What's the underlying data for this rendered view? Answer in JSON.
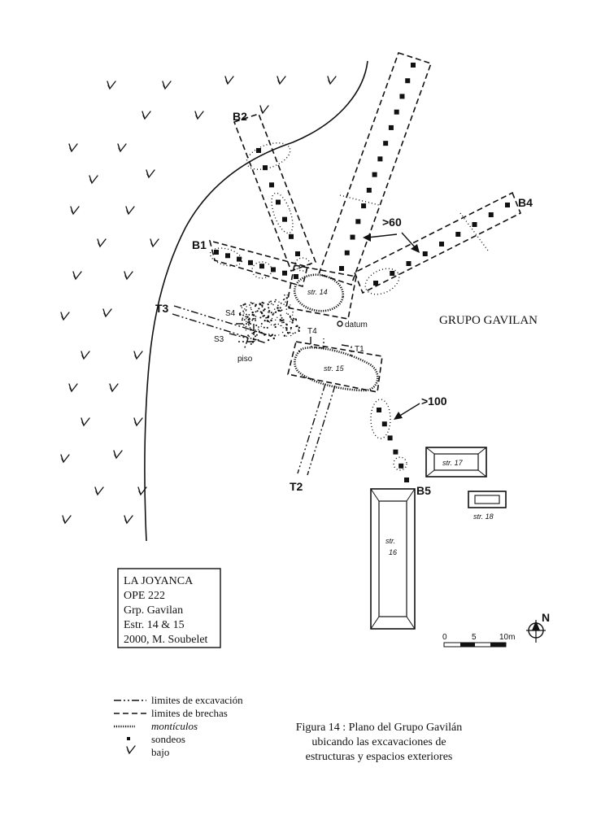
{
  "labels": {
    "b1": "B1",
    "b2": "B2",
    "b4": "B4",
    "b5": "B5",
    "t1": "T1",
    "t2": "T2",
    "t3": "T3",
    "t4": "T4",
    "s3": "S3",
    "s4": "S4",
    "piso": "piso",
    "str14": "str. 14",
    "str15": "str. 15",
    "str16a": "str.",
    "str16b": "16",
    "str17": "str. 17",
    "str18": "str. 18",
    "datum": "datum",
    "gt60": ">60",
    "gt100": ">100",
    "grupo": "GRUPO GAVILAN",
    "north": "N"
  },
  "scale": {
    "zero": "0",
    "five": "5",
    "ten": "10m"
  },
  "title_box": [
    "LA JOYANCA",
    "OPE 222",
    "Grp. Gavilan",
    "Estr. 14 & 15",
    "2000, M. Soubelet"
  ],
  "legend": [
    {
      "symbol": "excavation-line",
      "text": "limites de excavación"
    },
    {
      "symbol": "brecha-line",
      "text": "limites de brechas"
    },
    {
      "symbol": "mound-hatch",
      "text": "montículos"
    },
    {
      "symbol": "square-dot",
      "text": "sondeos"
    },
    {
      "symbol": "bajo-mark",
      "text": "bajo"
    }
  ],
  "caption": [
    "Figura 14 : Plano del Grupo Gavilán",
    "ubicando las excavaciones de",
    "estructuras y espacios exteriores"
  ]
}
